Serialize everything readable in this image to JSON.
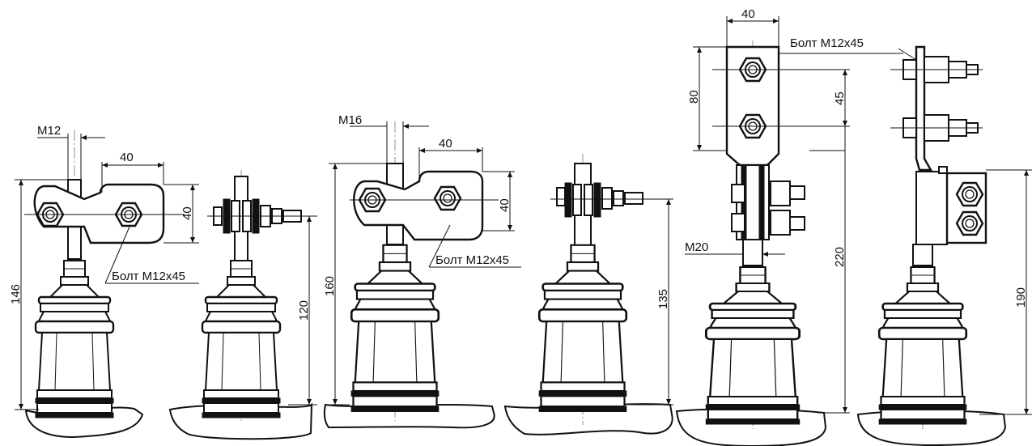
{
  "labels": {
    "m12": "M12",
    "m16": "M16",
    "m20": "M20",
    "bolt_1": "Болт М12х45",
    "bolt_2": "Болт М12х45",
    "bolt_3": "Болт М12х45"
  },
  "dimensions": {
    "d1_width": "40",
    "d1_height": "40",
    "d1_total": "146",
    "d2_total": "120",
    "d3_width": "40",
    "d3_height": "40",
    "d3_total": "160",
    "d4_total": "135",
    "d5_width": "40",
    "d5_height": "80",
    "d5_pitch": "45",
    "d5_total": "220",
    "d6_total": "190"
  }
}
